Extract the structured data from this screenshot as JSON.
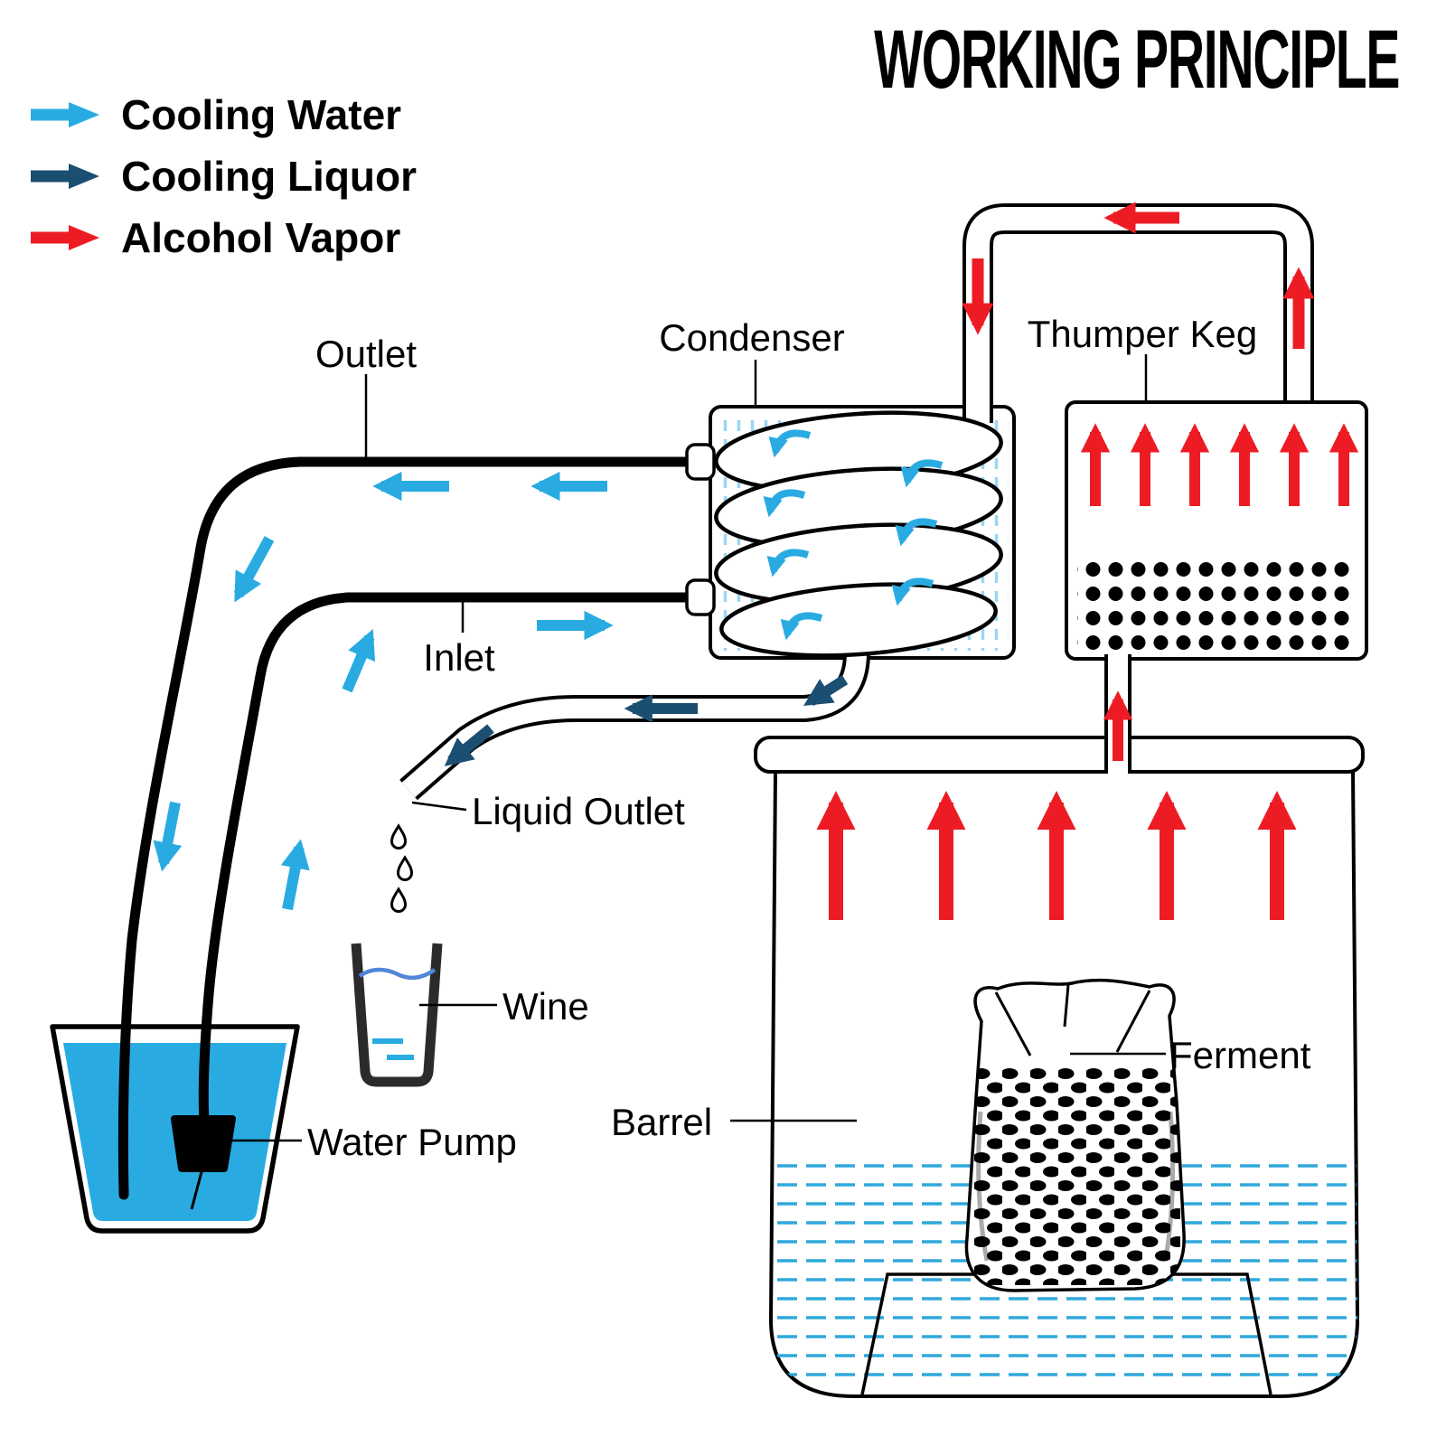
{
  "title": "WORKING PRINCIPLE",
  "legend": {
    "items": [
      {
        "id": "cooling-water",
        "label": "Cooling Water",
        "color": "#29abe2"
      },
      {
        "id": "cooling-liquor",
        "label": "Cooling Liquor",
        "color": "#1b4f72"
      },
      {
        "id": "alcohol-vapor",
        "label": "Alcohol Vapor",
        "color": "#ed1c24"
      }
    ]
  },
  "labels": {
    "condenser": "Condenser",
    "thumper_keg": "Thumper Keg",
    "outlet": "Outlet",
    "inlet": "Inlet",
    "liquid_outlet": "Liquid Outlet",
    "wine": "Wine",
    "water_pump": "Water Pump",
    "barrel": "Barrel",
    "ferment": "Ferment"
  },
  "colors": {
    "cooling_water": "#29abe2",
    "cooling_liquor": "#1b4f72",
    "alcohol_vapor": "#ed1c24",
    "line_black": "#000000",
    "bucket_water": "#29abe2",
    "background": "#ffffff"
  }
}
